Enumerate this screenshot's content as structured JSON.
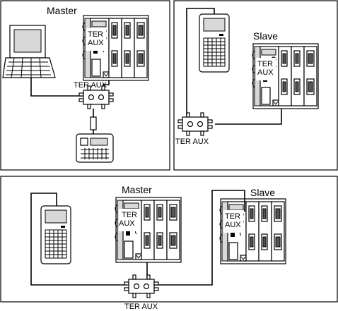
{
  "panel1": {
    "master_label": "Master",
    "ter_label": "TER",
    "aux_label": "AUX",
    "junction_label": "TER AUX"
  },
  "panel2": {
    "slave_label": "Slave",
    "ter_label": "TER",
    "aux_label": "AUX",
    "junction_label": "TER AUX"
  },
  "panel3": {
    "master_label": "Master",
    "slave_label": "Slave",
    "master_ter_label": "TER",
    "master_aux_label": "AUX",
    "slave_ter_label": "TER",
    "slave_aux_label": "AUX",
    "junction_label": "TER AUX"
  }
}
